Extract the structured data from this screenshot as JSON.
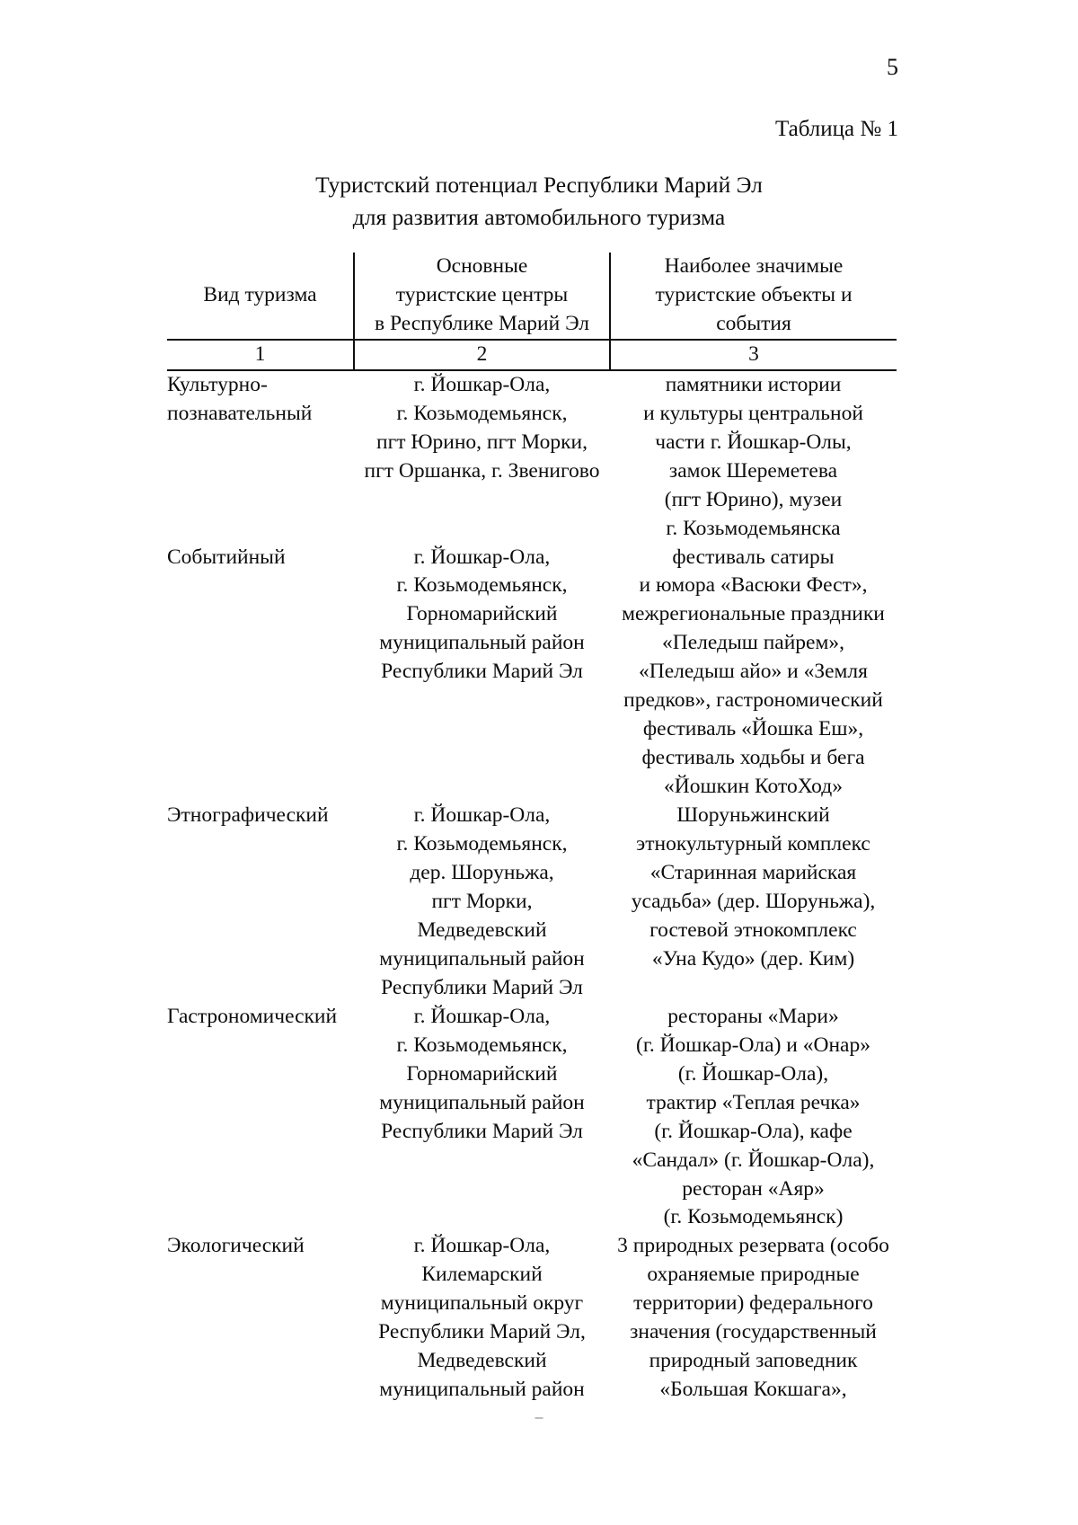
{
  "document": {
    "page_number": "5",
    "table_label": "Таблица № 1",
    "title_line1": "Туристский потенциал Республики Марий Эл",
    "title_line2": "для развития автомобильного туризма"
  },
  "table": {
    "headers": {
      "col1": "Вид туризма",
      "col2_line1": "Основные",
      "col2_line2": "туристские центры",
      "col2_line3": "в Республике Марий Эл",
      "col3_line1": "Наиболее значимые",
      "col3_line2": "туристские объекты и",
      "col3_line3": "события"
    },
    "column_numbers": {
      "n1": "1",
      "n2": "2",
      "n3": "3"
    },
    "rows": [
      {
        "type_lines": [
          "Культурно-",
          "познавательный"
        ],
        "centers_lines": [
          "г. Йошкар-Ола,",
          "г. Козьмодемьянск,",
          "пгт Юрино, пгт Морки,",
          "пгт Оршанка, г. Звенигово"
        ],
        "objects_lines": [
          "памятники истории",
          "и культуры центральной",
          "части г. Йошкар-Олы,",
          "замок Шереметева",
          "(пгт Юрино), музеи",
          "г. Козьмодемьянска"
        ]
      },
      {
        "type_lines": [
          "Событийный"
        ],
        "centers_lines": [
          "г. Йошкар-Ола,",
          "г. Козьмодемьянск,",
          "Горномарийский",
          "муниципальный район",
          "Республики Марий Эл"
        ],
        "objects_lines": [
          "фестиваль сатиры",
          "и юмора «Васюки Фест»,",
          "межрегиональные праздники",
          "«Пеледыш пайрем»,",
          "«Пеледыш айо» и «Земля",
          "предков», гастрономический",
          "фестиваль «Йошка Еш»,",
          "фестиваль ходьбы и бега",
          "«Йошкин КотоХод»"
        ]
      },
      {
        "type_lines": [
          "Этнографический"
        ],
        "centers_lines": [
          "г. Йошкар-Ола,",
          "г. Козьмодемьянск,",
          "дер. Шоруньжа,",
          "пгт Морки,",
          "Медведевский",
          "муниципальный район",
          "Республики Марий Эл"
        ],
        "objects_lines": [
          "Шоруньжинский",
          "этнокультурный комплекс",
          "«Старинная марийская",
          "усадьба» (дер. Шоруньжа),",
          "гостевой этнокомплекс",
          "«Уна Кудо» (дер. Ким)"
        ]
      },
      {
        "type_lines": [
          "Гастрономический"
        ],
        "centers_lines": [
          "г. Йошкар-Ола,",
          "г. Козьмодемьянск,",
          "Горномарийский",
          "муниципальный район",
          "Республики Марий Эл"
        ],
        "objects_lines": [
          "рестораны «Мари»",
          "(г. Йошкар-Ола) и «Онар»",
          "(г. Йошкар-Ола),",
          "трактир «Теплая речка»",
          "(г. Йошкар-Ола), кафе",
          "«Сандал» (г. Йошкар-Ола),",
          "ресторан «Аяр»",
          "(г. Козьмодемьянск)"
        ]
      },
      {
        "type_lines": [
          "Экологический"
        ],
        "centers_lines": [
          "г. Йошкар-Ола,",
          "Килемарский",
          "муниципальный округ",
          "Республики Марий Эл,",
          "Медведевский",
          "муниципальный район"
        ],
        "objects_lines": [
          "3 природных резервата (особо",
          "охраняемые природные",
          "территории) федерального",
          "значения (государственный",
          "природный заповедник",
          "«Большая Кокшага»,"
        ]
      }
    ]
  }
}
